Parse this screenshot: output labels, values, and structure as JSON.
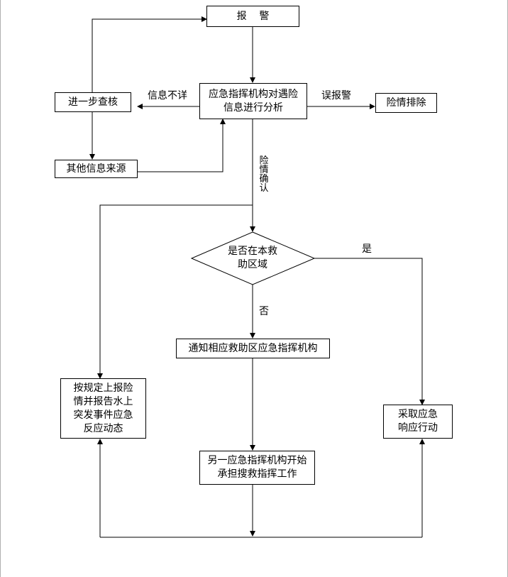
{
  "nodes": {
    "alarm": "报    警",
    "command_center": "应急指挥机构对遇险信息进行分析",
    "further_check": "进一步查核",
    "other_sources": "其他信息来源",
    "danger_cleared": "险情排除",
    "decision": "是否在本救助区域",
    "notify_other": "通知相应救助区应急指挥机构",
    "report_up": "按规定上报险情并报告水上突发事件应急反应动态",
    "take_action": "采取应急响应行动",
    "other_command": "另一应急指挥机构开始承担搜救指挥工作"
  },
  "edge_labels": {
    "info_incomplete": "信息不详",
    "false_alarm": "误报警",
    "danger_confirmed": "险情确认",
    "yes": "是",
    "no": "否"
  }
}
